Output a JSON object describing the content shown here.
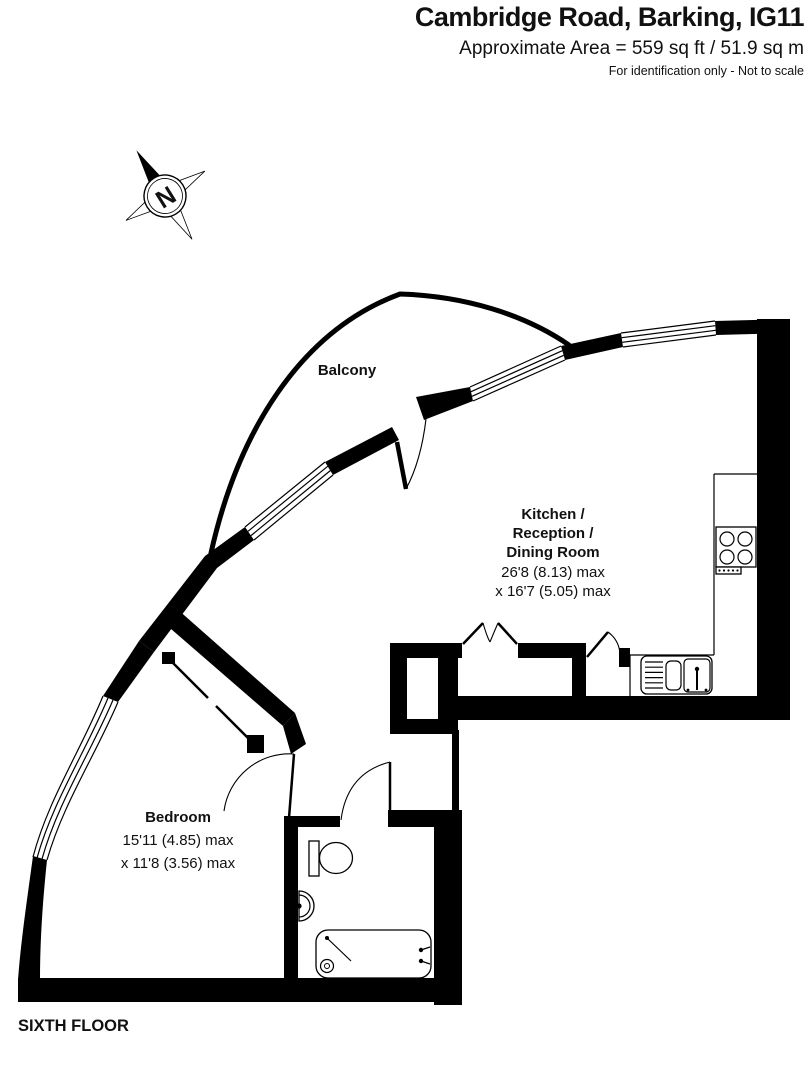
{
  "header": {
    "title": "Cambridge Road, Barking, IG11",
    "area": "Approximate Area = 559 sq ft / 51.9 sq m",
    "note": "For identification only - Not to scale"
  },
  "compass": {
    "north_label": "N"
  },
  "rooms": {
    "balcony": {
      "name": "Balcony"
    },
    "kitchen_reception_dining": {
      "name_lines": [
        "Kitchen /",
        "Reception /",
        "Dining Room"
      ],
      "dims_lines": [
        "26'8 (8.13) max",
        "x 16'7 (5.05) max"
      ]
    },
    "bedroom": {
      "name": "Bedroom",
      "dims_lines": [
        "15'11 (4.85) max",
        "x 11'8 (3.56) max"
      ]
    }
  },
  "footer": {
    "floor_label": "SIXTH FLOOR"
  },
  "colors": {
    "wall": "#000000",
    "background": "#ffffff"
  }
}
